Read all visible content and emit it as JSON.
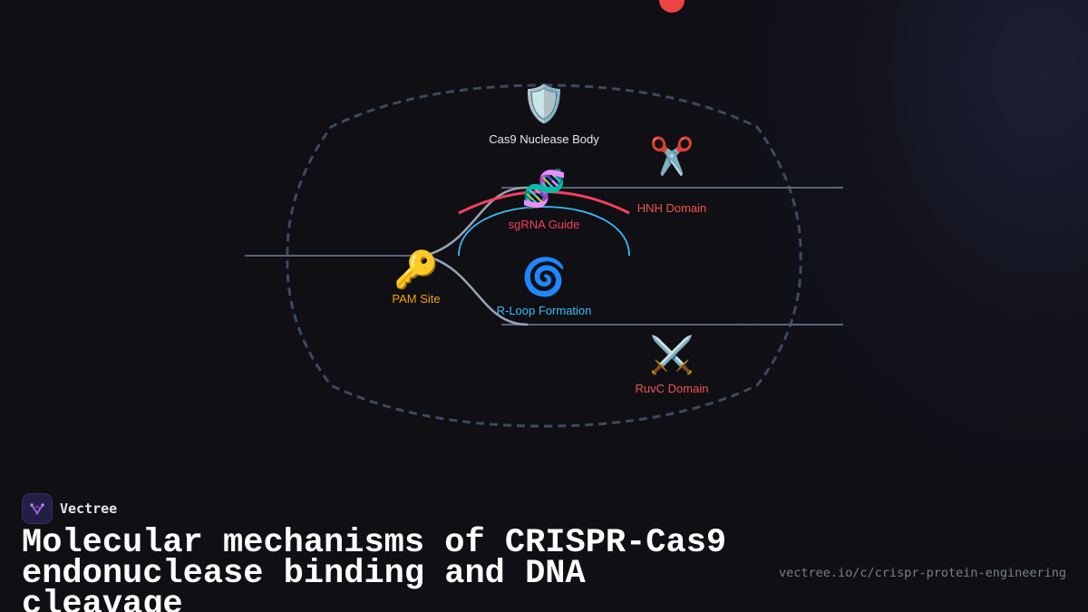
{
  "diagram": {
    "nodes": {
      "cas9": {
        "icon": "🛡️",
        "icon_name": "shield-icon",
        "label": "Cas9 Nuclease Body",
        "color": "#e5e7eb"
      },
      "hnh": {
        "icon": "✂️",
        "icon_name": "scissors-icon",
        "label": "HNH Domain",
        "color": "#ef5350"
      },
      "sgrna": {
        "icon": "🧬",
        "icon_name": "dna-icon",
        "label": "sgRNA Guide",
        "color": "#f43f5e"
      },
      "pam": {
        "icon": "🔑",
        "icon_name": "key-icon",
        "label": "PAM Site",
        "color": "#f59e0b"
      },
      "rloop": {
        "icon": "🌀",
        "icon_name": "cyclone-icon",
        "label": "R-Loop Formation",
        "color": "#38bdf8"
      },
      "ruvc": {
        "icon": "⚔️",
        "icon_name": "crossed-swords-icon",
        "label": "RuvC Domain",
        "color": "#ef5350"
      }
    },
    "colors": {
      "outline": "#3b4a60",
      "dna_strand": "#5a6478",
      "dna_curve": "#9aa3b5",
      "sgrna_arc": "#f43f5e",
      "rloop_arc": "#38bdf8",
      "accent_dot": "#ef4444"
    }
  },
  "footer": {
    "brand_name": "Vectree",
    "title": "Molecular mechanisms of CRISPR-Cas9 endonuclease binding and DNA cleavage",
    "url": "vectree.io/c/crispr-protein-engineering"
  }
}
